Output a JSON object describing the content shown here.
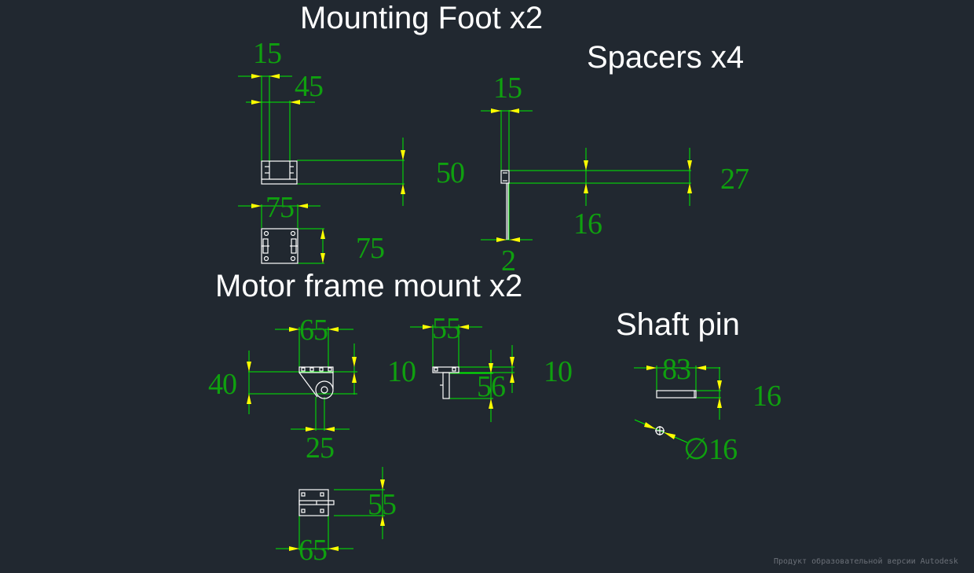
{
  "titles": {
    "mounting_foot": "Mounting Foot x2",
    "spacers": "Spacers x4",
    "motor_frame_mount": "Motor frame mount x2",
    "shaft_pin": "Shaft pin"
  },
  "mounting_foot": {
    "dim_top_a": "15",
    "dim_top_b": "45",
    "dim_height": "50",
    "dim_plan_width": "75",
    "dim_plan_height": "75"
  },
  "spacers": {
    "dim_top": "15",
    "dim_height": "27",
    "dim_inner": "16",
    "dim_bottom": "2"
  },
  "motor_frame_mount": {
    "dim_width_a": "65",
    "dim_height_a": "40",
    "dim_base": "25",
    "dim_thick_a": "10",
    "dim_width_b": "55",
    "dim_thick_b": "10",
    "dim_height_b": "56",
    "dim_plan_height": "55",
    "dim_plan_width": "65"
  },
  "shaft_pin": {
    "dim_length": "83",
    "dim_height": "16",
    "dim_diameter": "∅16"
  },
  "colors": {
    "background": "#212830",
    "dimension_text": "#0fa00f",
    "extension_line": "#00ee00",
    "arrow": "#ffff00",
    "geometry": "#ffffff"
  },
  "watermark": "Продукт образовательной версии Autodesk"
}
